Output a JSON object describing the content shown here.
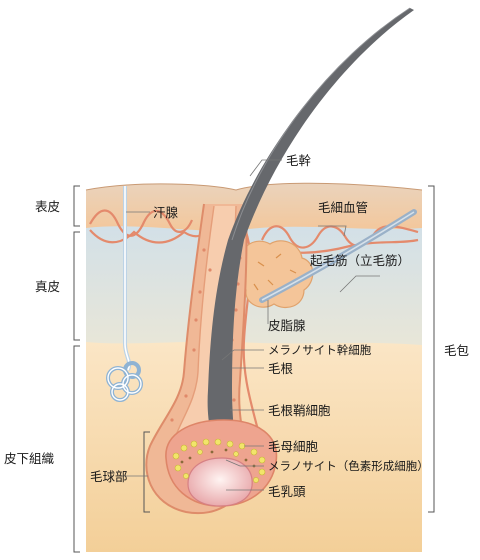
{
  "layers": {
    "epidermis": "表皮",
    "dermis": "真皮",
    "subcutaneous": "皮下組織"
  },
  "labels": {
    "hair_shaft": "毛幹",
    "sweat_gland": "汗腺",
    "capillary": "毛細血管",
    "arrector_pili": "起毛筋（立毛筋）",
    "sebaceous_gland": "皮脂腺",
    "melanocyte_stem_cell": "メラノサイト幹細胞",
    "hair_follicle": "毛包",
    "hair_root": "毛根",
    "root_sheath_cell": "毛根鞘細胞",
    "hair_bulb": "毛球部",
    "hair_matrix_cell": "毛母細胞",
    "melanocyte": "メラノサイト（色素形成細胞）",
    "dermal_papilla": "毛乳頭"
  },
  "colors": {
    "epidermis": "#f4c89c",
    "dermis": "#d9e4ea",
    "subcutaneous": "#f7dcb0",
    "hair": "#66686c",
    "vessel": "#e48a6c",
    "bulb": "#f6c6c0",
    "melanin": "#f2e56a"
  }
}
